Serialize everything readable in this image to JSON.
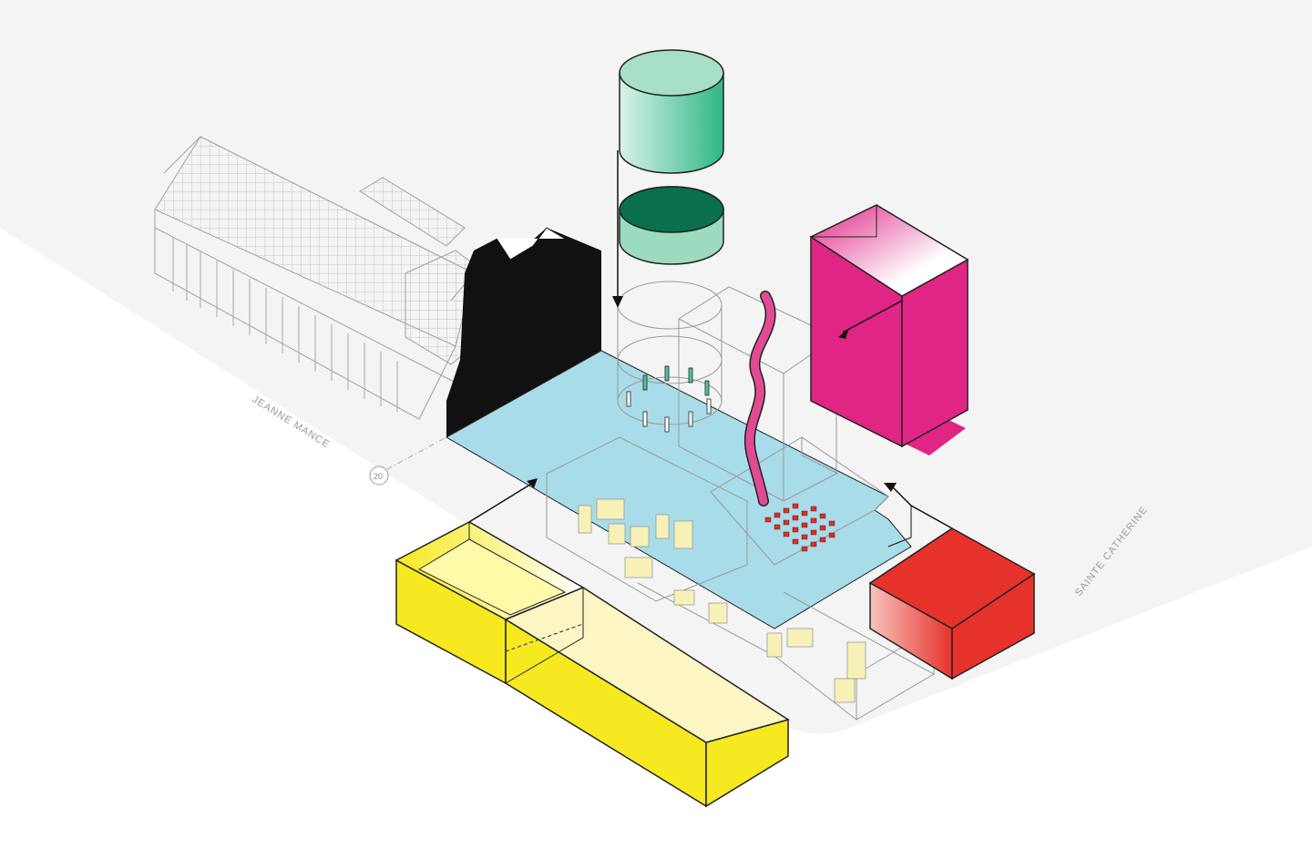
{
  "streets": {
    "west": "JEANNE MANCE",
    "east": "SAINTE CATHERINE"
  },
  "route_marker": "20",
  "colors": {
    "ground": "#f4f4f4",
    "plaza": "#a9dce9",
    "facade": "#111111",
    "cylinder": "#4fc39c",
    "cylinder_dark": "#0a6f4c",
    "tower": "#e02584",
    "red_block": "#e6322b",
    "yellow_block": "#f6e91f",
    "pale_yellow": "#f7f1b8",
    "seats": "#d6302a",
    "tube": "#e14b93"
  }
}
